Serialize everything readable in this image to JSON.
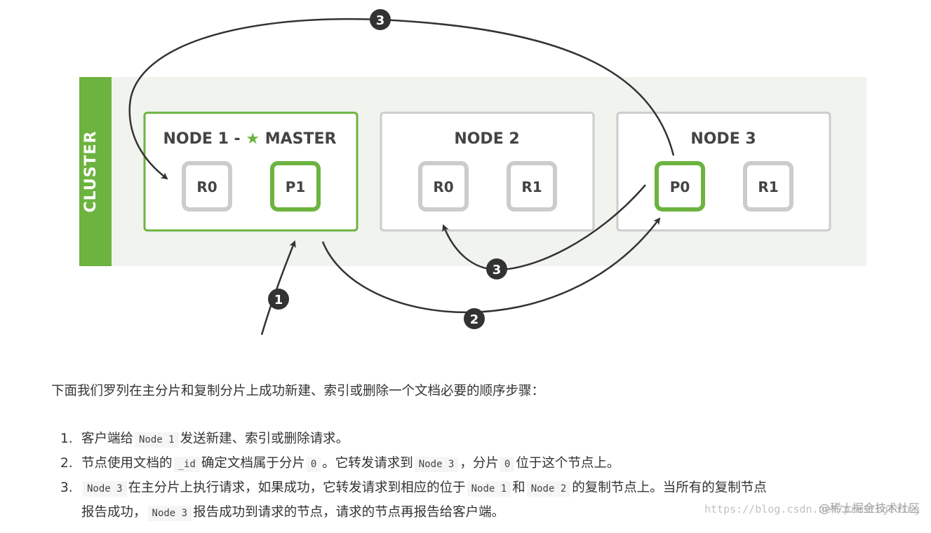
{
  "diagram": {
    "cluster_label": "CLUSTER",
    "nodes": [
      {
        "title_prefix": "NODE 1 -",
        "title_suffix": "MASTER",
        "shards": [
          "R0",
          "P1"
        ]
      },
      {
        "title": "NODE 2",
        "shards": [
          "R0",
          "R1"
        ]
      },
      {
        "title": "NODE 3",
        "shards": [
          "P0",
          "R1"
        ]
      }
    ],
    "step_badges": [
      "1",
      "2",
      "3",
      "3"
    ],
    "colors": {
      "green": "#6cb33f",
      "gray_border": "#cccccc",
      "panel_bg": "#f1f3ef",
      "arrow": "#333333"
    }
  },
  "intro": "下面我们罗列在主分片和复制分片上成功新建、索引或删除一个文档必要的顺序步骤：",
  "steps": [
    {
      "num": "1.",
      "t1": "客户端给",
      "c1": "Node 1",
      "t2": "发送新建、索引或删除请求。"
    },
    {
      "num": "2.",
      "t1": "节点使用文档的",
      "c1": "_id",
      "t2": "确定文档属于分片",
      "c2": "0",
      "t3": "。它转发请求到",
      "c3": "Node 3",
      "t4": "，分片",
      "c4": "0",
      "t5": "位于这个节点上。"
    },
    {
      "num": "3.",
      "c1": "Node 3",
      "t1": "在主分片上执行请求，如果成功，它转发请求到相应的位于",
      "c2": "Node 1",
      "t2": "和",
      "c3": "Node 2",
      "t3": "的复制节点上。当所有的复制节点",
      "t4": "报告成功，",
      "c4": "Node 3",
      "t5": "报告成功到请求的节点，请求的节点再报告给客户端。"
    }
  ],
  "watermark": {
    "url": "https://blog.csdn.net/prestigeding",
    "author": "@稀土掘金技术社区"
  }
}
